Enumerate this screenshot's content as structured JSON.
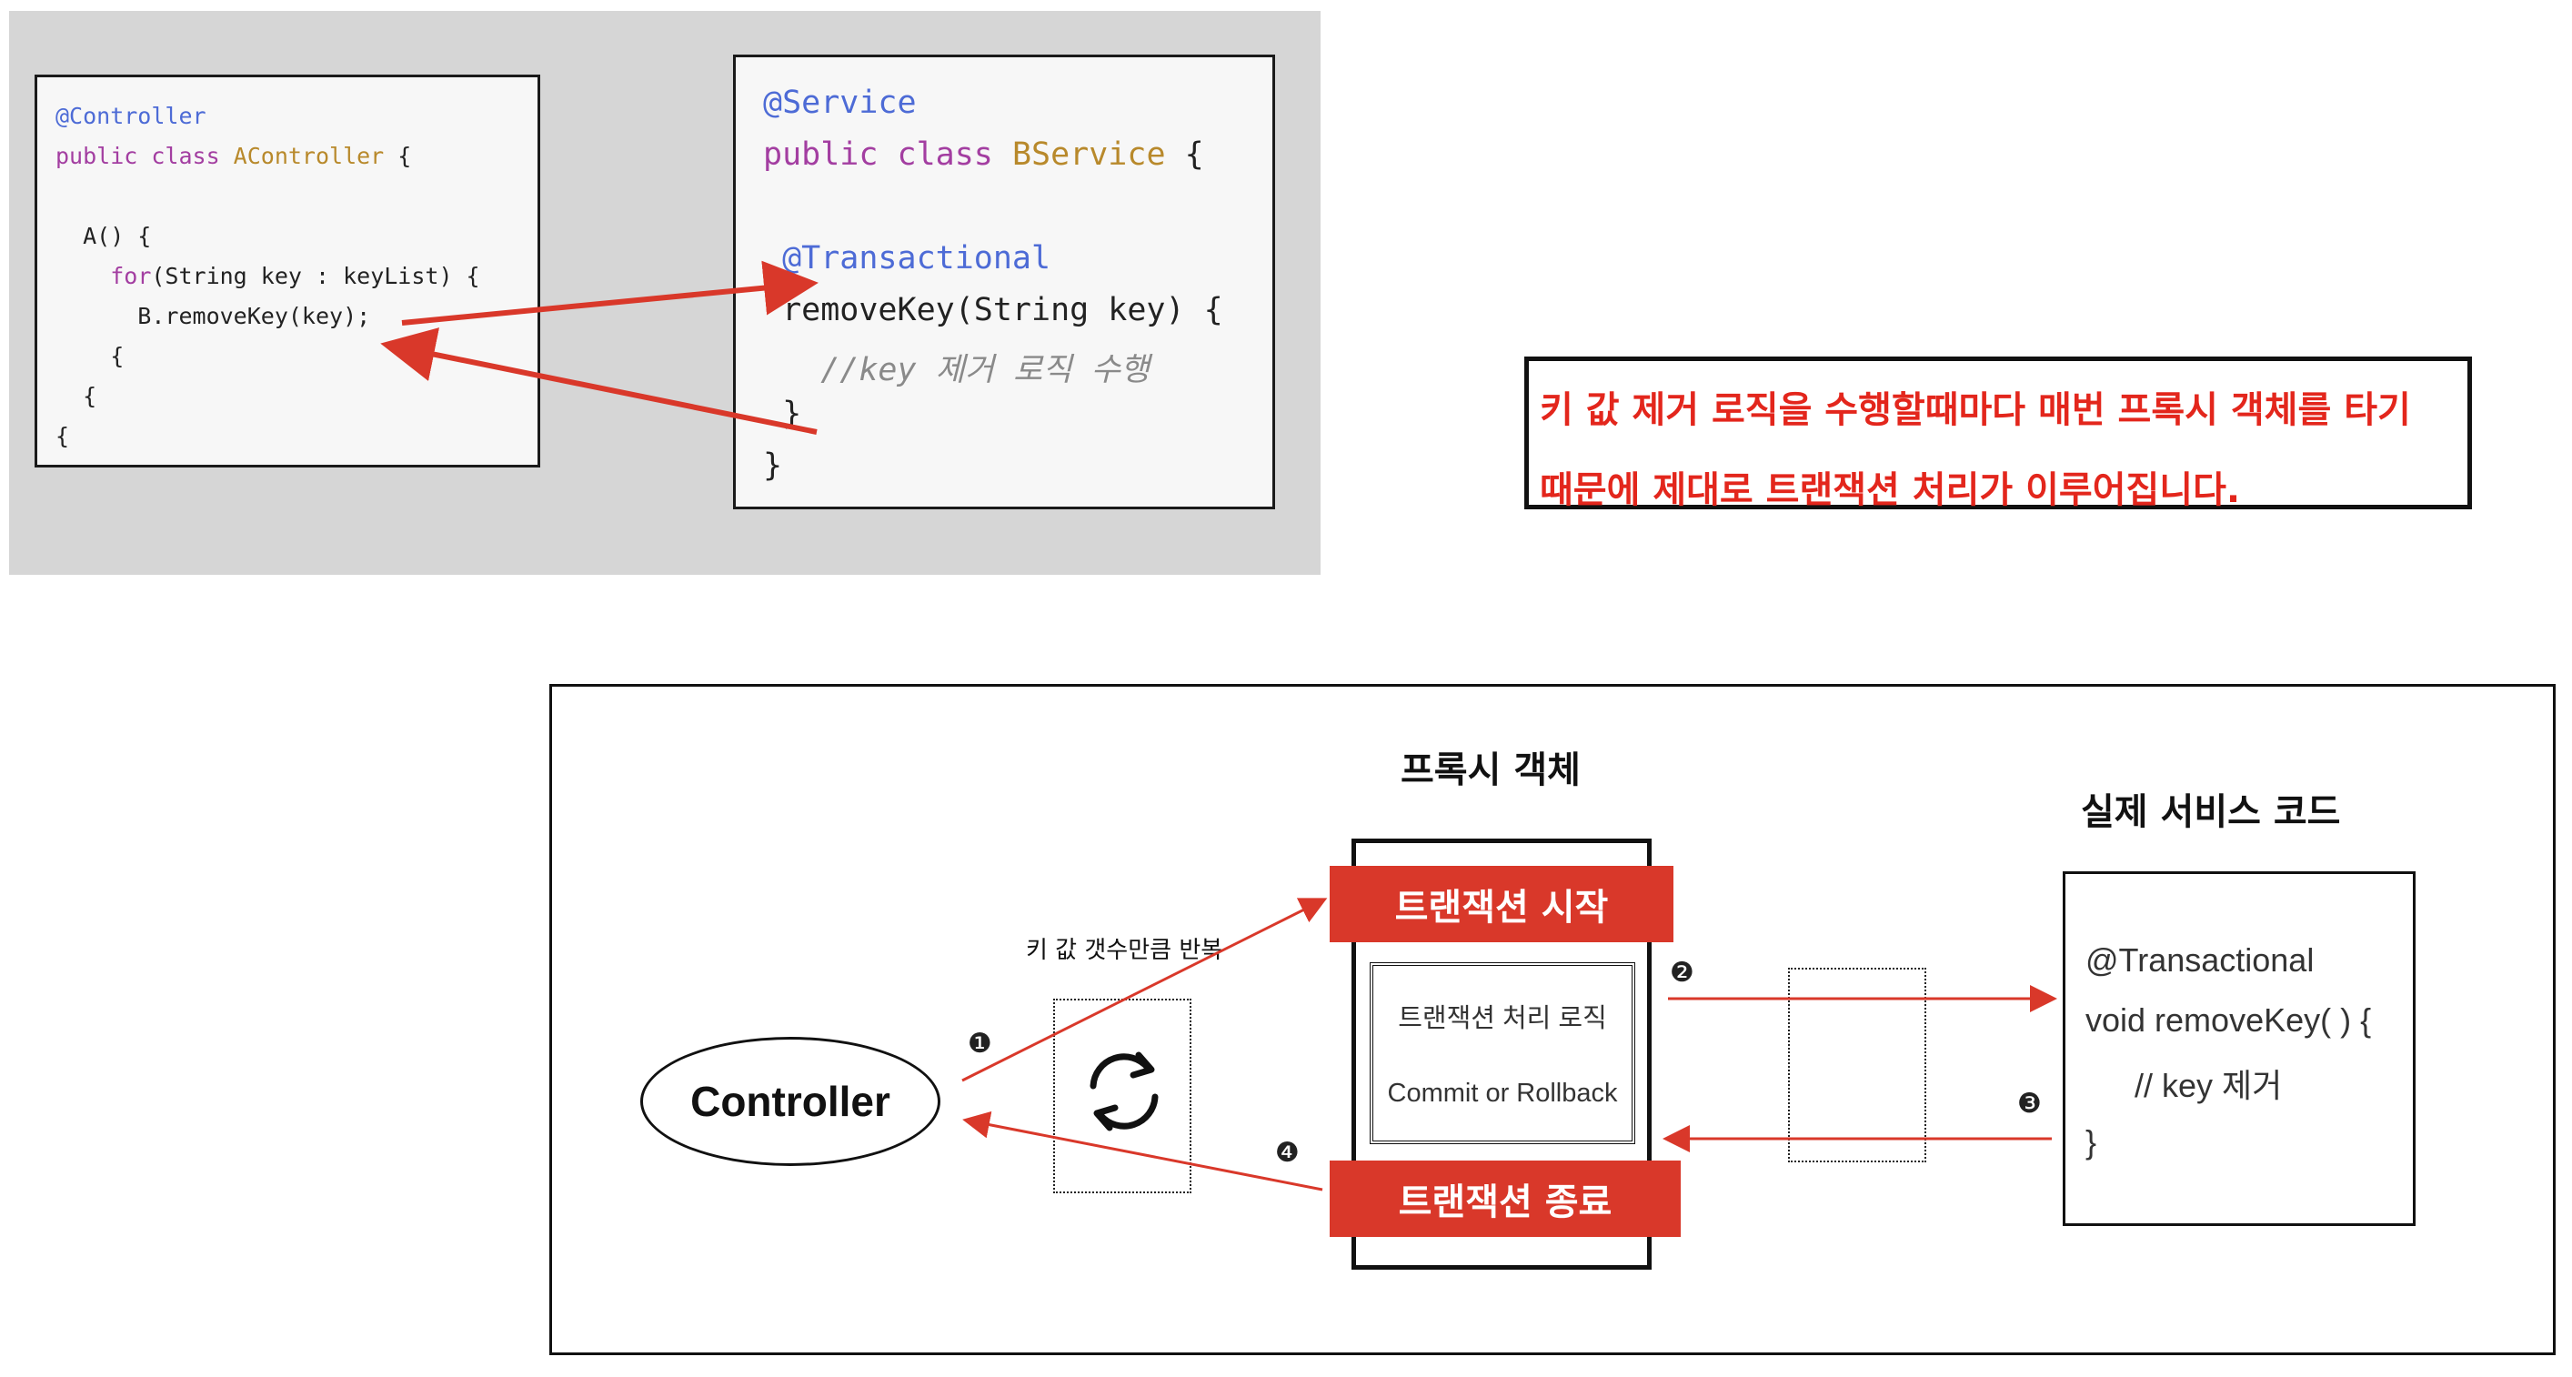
{
  "controller_code": {
    "lines": [
      {
        "parts": [
          {
            "t": "@Controller",
            "c": "an"
          }
        ]
      },
      {
        "parts": [
          {
            "t": "public class ",
            "c": "kw"
          },
          {
            "t": "AController",
            "c": "cn"
          },
          {
            "t": " {",
            "c": ""
          }
        ]
      },
      {
        "parts": []
      },
      {
        "parts": [
          {
            "t": "  A() {",
            "c": ""
          }
        ]
      },
      {
        "parts": [
          {
            "t": "    ",
            "c": ""
          },
          {
            "t": "for",
            "c": "kw"
          },
          {
            "t": "(String key : keyList) {",
            "c": ""
          }
        ]
      },
      {
        "parts": [
          {
            "t": "      B.removeKey(key);",
            "c": ""
          }
        ]
      },
      {
        "parts": [
          {
            "t": "    {",
            "c": ""
          }
        ]
      },
      {
        "parts": [
          {
            "t": "  {",
            "c": ""
          }
        ]
      },
      {
        "parts": [
          {
            "t": "{",
            "c": ""
          }
        ]
      }
    ]
  },
  "service_code": {
    "lines": [
      {
        "parts": [
          {
            "t": "@Service",
            "c": "an"
          }
        ]
      },
      {
        "parts": [
          {
            "t": "public class ",
            "c": "kw"
          },
          {
            "t": "BService",
            "c": "cn"
          },
          {
            "t": " {",
            "c": ""
          }
        ]
      },
      {
        "parts": []
      },
      {
        "parts": [
          {
            "t": " @Transactional",
            "c": "an"
          }
        ]
      },
      {
        "parts": [
          {
            "t": " removeKey(String key) {",
            "c": ""
          }
        ]
      },
      {
        "parts": [
          {
            "t": "   //key 제거 로직 수행",
            "c": "cm"
          }
        ]
      },
      {
        "parts": [
          {
            "t": " }",
            "c": ""
          }
        ]
      },
      {
        "parts": [
          {
            "t": "}",
            "c": ""
          }
        ]
      }
    ]
  },
  "note": {
    "line1": "키 값 제거 로직을 수행할때마다 매번 프록시 객체를 타기",
    "line2": "때문에 제대로 트랜잭션 처리가 이루어집니다."
  },
  "diagram": {
    "proxy_title": "프록시 객체",
    "service_title": "실제 서비스 코드",
    "controller_label": "Controller",
    "tx_start": "트랜잭션 시작",
    "tx_end": "트랜잭션 종료",
    "tx_logic": "트랜잭션 처리 로직",
    "commit_rollback": "Commit or Rollback",
    "loop_label": "키 값 갯수만큼 반복",
    "steps": [
      "❶",
      "❷",
      "❸",
      "❹"
    ],
    "service_code_lines": [
      "@Transactional",
      "void removeKey( ) {",
      "// key 제거",
      "}"
    ]
  },
  "colors": {
    "arrow_red": "#d9382a",
    "note_red": "#e3261c",
    "annotation_blue": "#4d6bd6",
    "keyword_purple": "#a33ea1",
    "class_gold": "#b8892b"
  },
  "icons": [
    "refresh-loop-icon"
  ]
}
